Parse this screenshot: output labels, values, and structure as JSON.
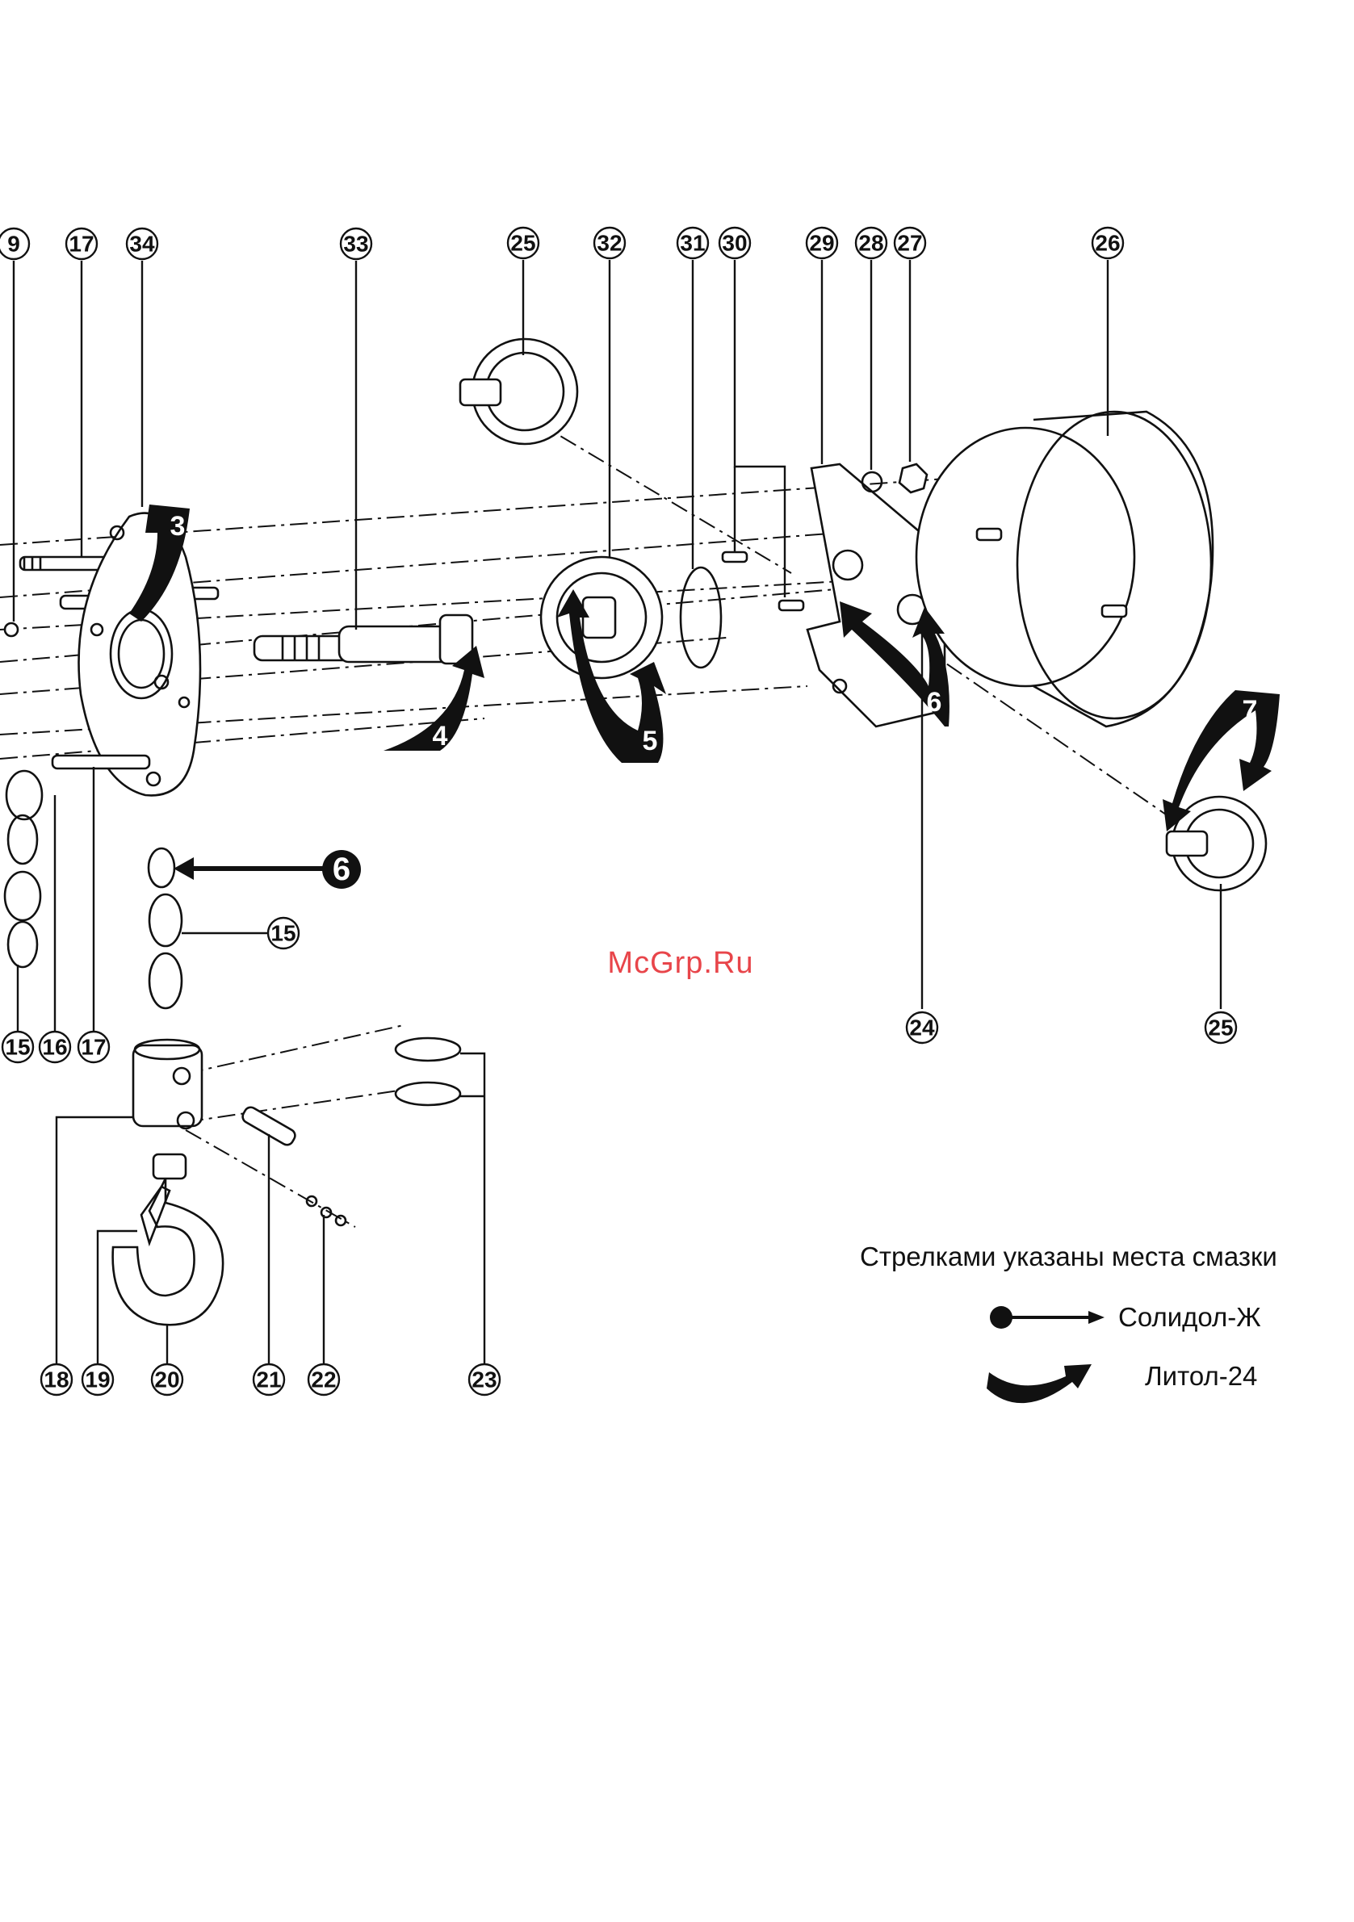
{
  "callouts": [
    {
      "num": "9",
      "key": "c9a"
    },
    {
      "num": "17",
      "key": "c17a"
    },
    {
      "num": "34",
      "key": "c34"
    },
    {
      "num": "33",
      "key": "c33"
    },
    {
      "num": "25",
      "key": "c25a"
    },
    {
      "num": "32",
      "key": "c32"
    },
    {
      "num": "31",
      "key": "c31"
    },
    {
      "num": "30",
      "key": "c30"
    },
    {
      "num": "29",
      "key": "c29"
    },
    {
      "num": "28",
      "key": "c28"
    },
    {
      "num": "27",
      "key": "c27"
    },
    {
      "num": "26",
      "key": "c26"
    },
    {
      "num": "15",
      "key": "c15a"
    },
    {
      "num": "15",
      "key": "c15b"
    },
    {
      "num": "16",
      "key": "c16"
    },
    {
      "num": "17",
      "key": "c17b"
    },
    {
      "num": "24",
      "key": "c24"
    },
    {
      "num": "25",
      "key": "c25b"
    },
    {
      "num": "18",
      "key": "c18"
    },
    {
      "num": "19",
      "key": "c19"
    },
    {
      "num": "20",
      "key": "c20"
    },
    {
      "num": "21",
      "key": "c21"
    },
    {
      "num": "22",
      "key": "c22"
    },
    {
      "num": "23",
      "key": "c23"
    }
  ],
  "lube_points": {
    "p3": "3",
    "p4": "4",
    "p5": "5",
    "p6": "6",
    "p7": "7",
    "pb": "6"
  },
  "watermark": "McGrp.Ru",
  "legend": {
    "title": "Стрелками указаны  места смазки",
    "grease_solid": "Солидол-Ж",
    "grease_litol": "Литол-24"
  }
}
